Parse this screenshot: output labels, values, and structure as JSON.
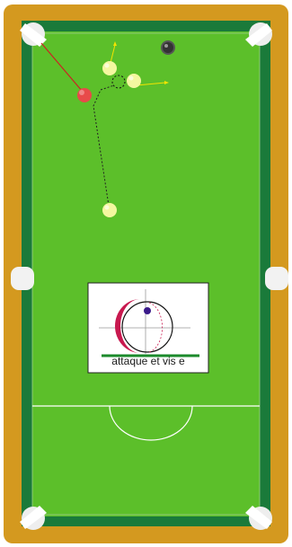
{
  "game": "billiards",
  "colors": {
    "frame": "#d4991f",
    "rail": "#1a7a3a",
    "cloth": "#5cbf2a",
    "pocket": "#ffffff",
    "cue_ball": "#f4f7a0",
    "object_ball": "#e84a4a",
    "black_ball": "#555555",
    "aim_line": "#cc2222",
    "direction_arrow": "#f2e400",
    "path_line": "#222222",
    "diagram_sweep": "#c8194f",
    "diagram_dot": "#3a1a8a",
    "diagram_underline": "#1b8a2b"
  },
  "balls": [
    {
      "name": "cue-ball-top",
      "color": "cue_ball"
    },
    {
      "name": "cue-ball-right",
      "color": "cue_ball"
    },
    {
      "name": "cue-ball-bottom",
      "color": "cue_ball"
    },
    {
      "name": "red-object-ball",
      "color": "object_ball"
    },
    {
      "name": "black-ball",
      "color": "black_ball"
    }
  ],
  "diagram": {
    "caption": "attaque et vis e",
    "effect": "spin-diagram"
  }
}
